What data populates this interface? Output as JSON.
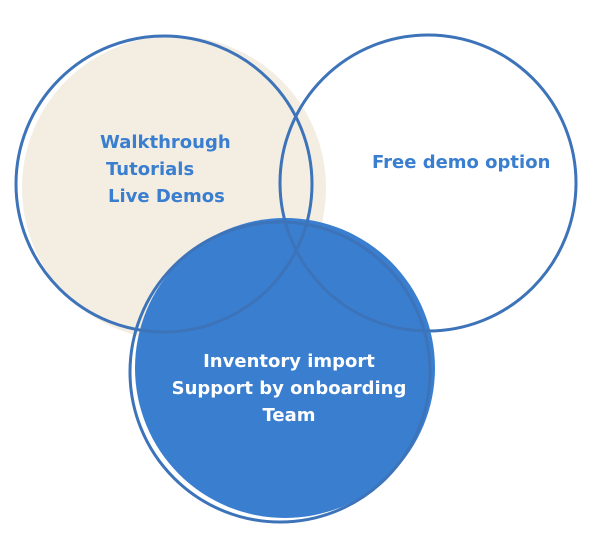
{
  "colors": {
    "outline": "#3D73B8",
    "fill_left": "#F3EDE2",
    "fill_bottom": "#3A7ED0",
    "fill_right": "#FFFFFF",
    "text_blue": "#3A7ED0",
    "text_white": "#FFFFFF"
  },
  "left_circle": {
    "lines": [
      "Walkthrough",
      "Tutorials",
      "Live Demos"
    ]
  },
  "right_circle": {
    "lines": [
      "Free demo option"
    ]
  },
  "bottom_circle": {
    "lines": [
      "Inventory import",
      "Support by onboarding",
      "Team"
    ]
  }
}
